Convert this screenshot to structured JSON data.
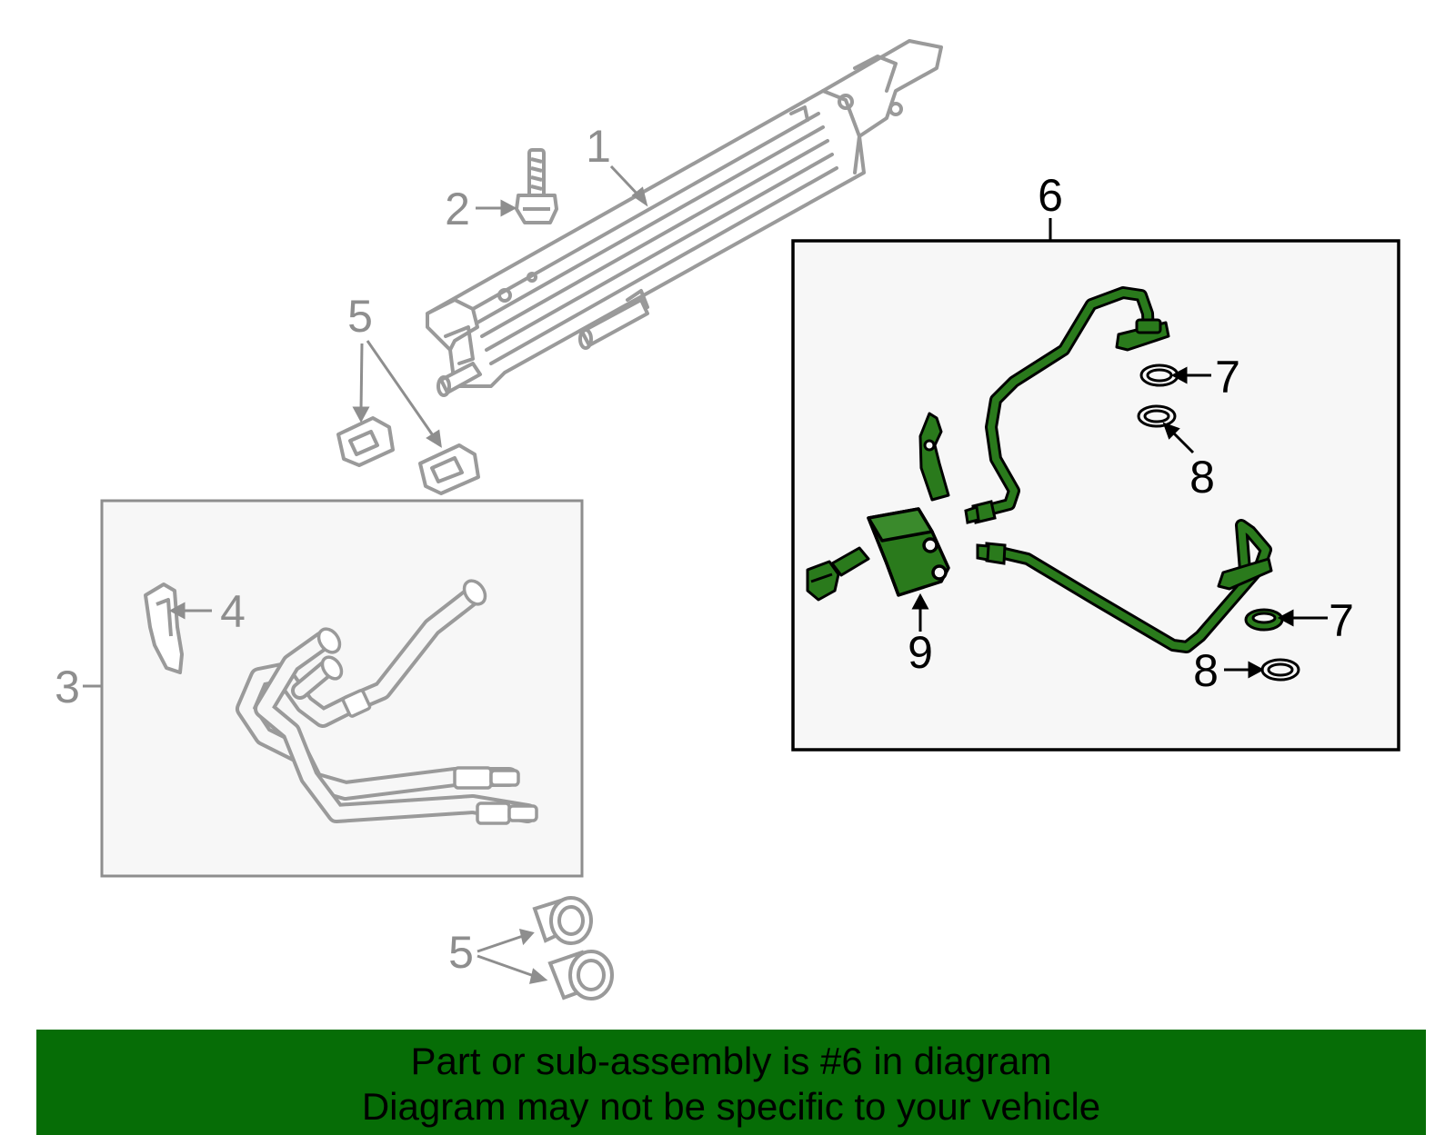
{
  "callouts": {
    "c1": "1",
    "c2": "2",
    "c3": "3",
    "c4": "4",
    "c5_top": "5",
    "c5_bottom": "5",
    "c6": "6",
    "c7_top": "7",
    "c7_bottom": "7",
    "c8_top": "8",
    "c8_bottom": "8",
    "c9": "9"
  },
  "banner": {
    "line1": "Part or sub-assembly is #6 in diagram",
    "line2": "Diagram may not be specific to your vehicle"
  },
  "colors": {
    "highlight": "#2a7a1c",
    "banner": "#066d06",
    "part_outline_grey": "#9a9a9a",
    "box_fill": "#f7f7f7"
  }
}
